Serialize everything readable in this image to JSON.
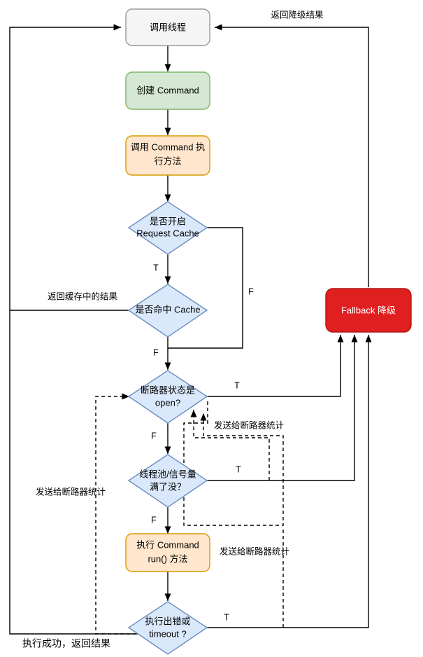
{
  "diagram": {
    "title": "Hystrix Command Execution Flow",
    "colors": {
      "gray_fill": "#f5f5f5",
      "gray_stroke": "#999999",
      "green_fill": "#d5e8d4",
      "green_stroke": "#82b366",
      "orange_fill": "#ffe6cc",
      "orange_stroke": "#d79b00",
      "blue_fill": "#dae8fc",
      "blue_stroke": "#6c8ebf",
      "red_fill": "#e02020",
      "red_stroke": "#b01313",
      "line": "#000000"
    },
    "nodes": {
      "calling_thread": {
        "label": "调用线程",
        "shape": "rounded-rect",
        "color": "gray"
      },
      "create_command": {
        "label": "创建 Command",
        "shape": "rounded-rect",
        "color": "green"
      },
      "invoke_command": {
        "line1": "调用 Command 执",
        "line2": "行方法",
        "shape": "rounded-rect",
        "color": "orange"
      },
      "request_cache_enabled": {
        "line1": "是否开启",
        "line2": "Request Cache",
        "shape": "diamond",
        "color": "blue"
      },
      "cache_hit": {
        "label": "是否命中 Cache",
        "shape": "diamond",
        "color": "blue"
      },
      "circuit_open": {
        "line1": "断路器状态是",
        "line2": "open?",
        "shape": "diamond",
        "color": "blue"
      },
      "pool_full": {
        "line1": "线程池/信号量",
        "line2": "满了没？",
        "shape": "diamond",
        "color": "blue"
      },
      "run_method": {
        "line1": "执行 Command",
        "line2": "run() 方法",
        "shape": "rounded-rect",
        "color": "orange"
      },
      "error_or_timeout": {
        "line1": "执行出错或",
        "line2": "timeout ?",
        "shape": "diamond",
        "color": "blue"
      },
      "fallback": {
        "label": "Fallback 降级",
        "shape": "rounded-rect",
        "color": "red"
      }
    },
    "edge_labels": {
      "return_fallback_result": "返回降级结果",
      "return_cached_result": "返回缓存中的结果",
      "send_stats_left": "发送给断路器统计",
      "send_stats_mid": "发送给断路器统计",
      "send_stats_bottom": "发送给断路器统计",
      "success_return": "执行成功，返回结果"
    },
    "branch_labels": {
      "cache_enabled_true": "T",
      "cache_enabled_false": "F",
      "cache_hit_false": "F",
      "circuit_open_true": "T",
      "circuit_open_false": "F",
      "pool_full_true": "T",
      "pool_full_false": "F",
      "error_true": "T"
    }
  }
}
